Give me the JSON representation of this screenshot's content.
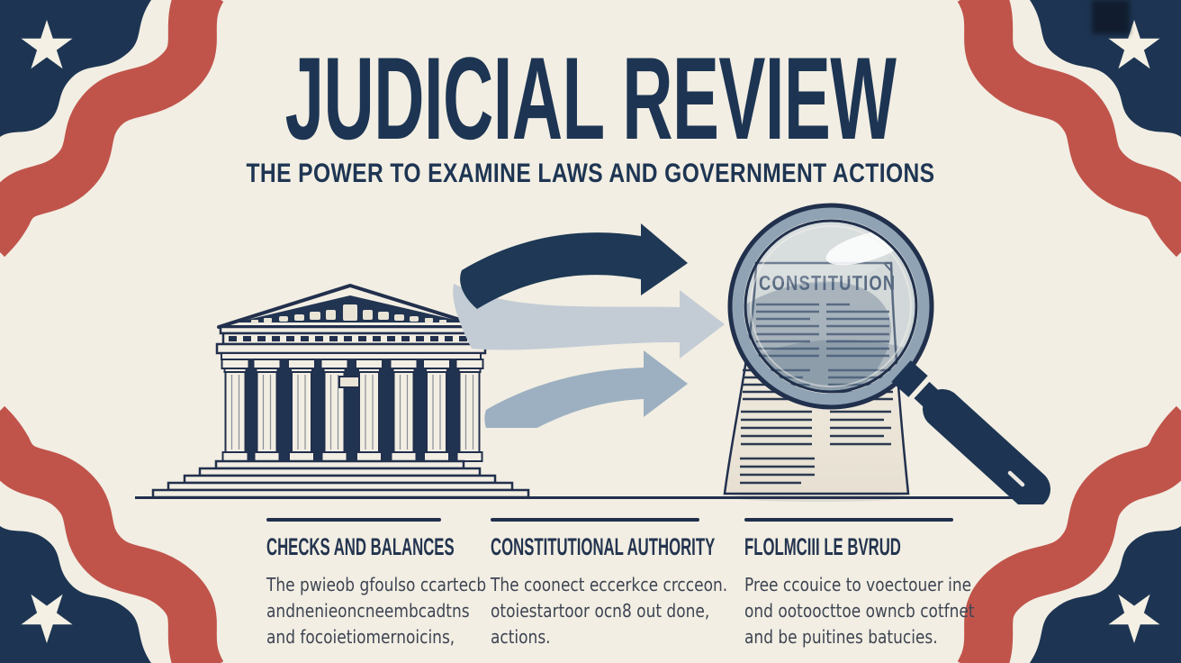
{
  "header": {
    "title": "JUDICIAL REVIEW",
    "subtitle": "THE POWER TO EXAMINE LAWS AND GOVERNMENT ACTIONS"
  },
  "illustration": {
    "document_label": "CONSTITUTION",
    "elements": [
      "courthouse-icon",
      "flow-arrows-icon",
      "magnifier-icon",
      "constitution-document",
      "star-icon"
    ]
  },
  "columns": [
    {
      "heading": "CHECKS AND BALANCES",
      "lines": [
        "The pwieob gfoulso ccartecb",
        "andnenieoncneembcadtns",
        "and focoietiomernoicins,"
      ]
    },
    {
      "heading": "CONSTITUTIONAL AUTHORITY",
      "lines": [
        "The coonect eccerkce crcceon.",
        "otoiestartoor ocn8 out done,",
        "actions."
      ]
    },
    {
      "heading": "FLOLMCIII LE BVRUD",
      "lines": [
        "Pree ccouice to voectouer ine",
        "ond ootoocttoe owncb cotfnet",
        "and be puitines batucies."
      ]
    }
  ],
  "colors": {
    "background": "#f2eee3",
    "navy": "#1d3553",
    "red_ribbon": "#c0544b",
    "arrow_dark": "#1e3855",
    "arrow_light": "#c3ccd5",
    "arrow_medium": "#9cb0c1",
    "rim_gray": "#8fa3b5",
    "body_text": "#3d4452"
  }
}
